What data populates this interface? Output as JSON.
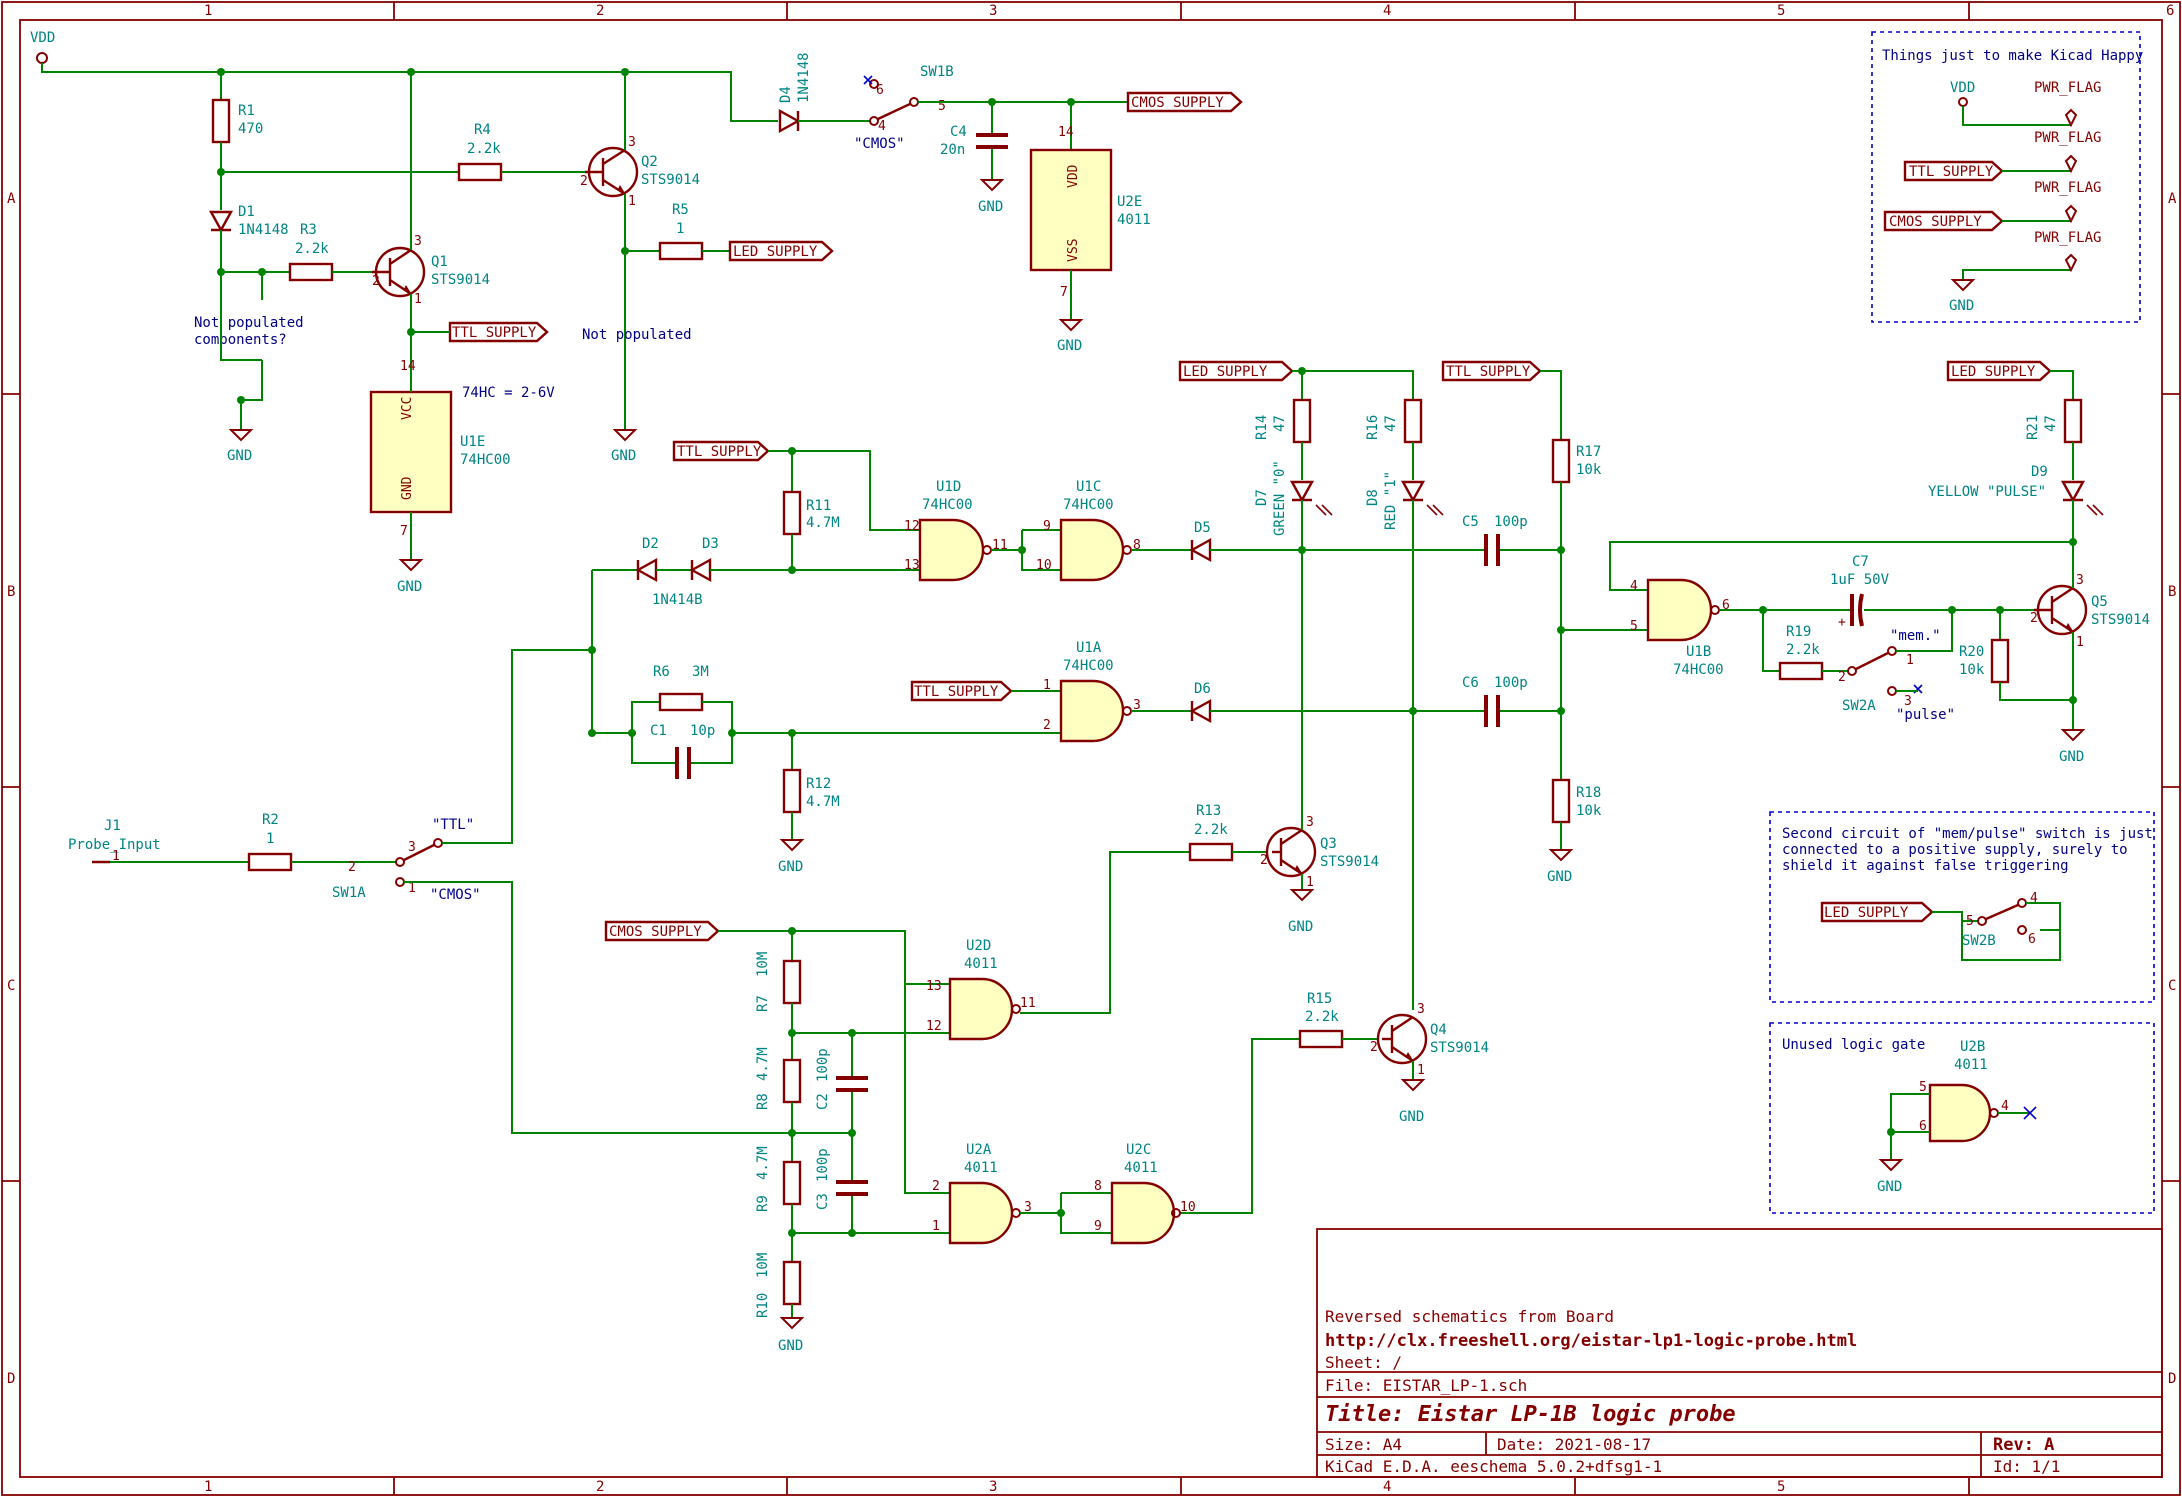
{
  "frame": {
    "columns": [
      "1",
      "2",
      "3",
      "4",
      "5",
      "6"
    ],
    "rows": [
      "A",
      "B",
      "C",
      "D"
    ]
  },
  "title_block": {
    "comment": "Reversed schematics from Board",
    "url": "http://clx.freeshell.org/eistar-lp1-logic-probe.html",
    "sheet": "Sheet: /",
    "file": "File: EISTAR_LP-1.sch",
    "title": "Title: Eistar LP-1B logic probe",
    "size": "Size: A4",
    "date": "Date: 2021-08-17",
    "rev": "Rev: A",
    "tool": "KiCad E.D.A.  eeschema 5.0.2+dfsg1-1",
    "id": "Id: 1/1"
  },
  "notes": {
    "kicad_happy": "Things just to make Kicad Happy",
    "second_circuit": [
      "Second circuit of \"mem/pulse\" switch is just",
      "connected to a positive supply, surely to",
      "shield it against false triggering"
    ],
    "unused_gate": "Unused logic gate",
    "not_populated_q": [
      "Not populated",
      "components?"
    ],
    "not_populated": "Not populated",
    "hc_range": "74HC = 2-6V"
  },
  "labels": {
    "vdd": "VDD",
    "gnd": "GND",
    "cmos_supply": "CMOS_SUPPLY",
    "ttl_supply": "TTL_SUPPLY",
    "led_supply": "LED_SUPPLY",
    "pwr_flag": "PWR_FLAG"
  },
  "components": {
    "R1": [
      "R1",
      "470"
    ],
    "R2": [
      "R2",
      "1"
    ],
    "R3": [
      "R3",
      "2.2k"
    ],
    "R4": [
      "R4",
      "2.2k"
    ],
    "R5": [
      "R5",
      "1"
    ],
    "R6": [
      "R6",
      "3M"
    ],
    "R7": [
      "R7",
      "10M"
    ],
    "R8": [
      "R8",
      "4.7M"
    ],
    "R9": [
      "R9",
      "4.7M"
    ],
    "R10": [
      "R10",
      "10M"
    ],
    "R11": [
      "R11",
      "4.7M"
    ],
    "R12": [
      "R12",
      "4.7M"
    ],
    "R13": [
      "R13",
      "2.2k"
    ],
    "R14": [
      "R14",
      "47"
    ],
    "R15": [
      "R15",
      "2.2k"
    ],
    "R16": [
      "R16",
      "47"
    ],
    "R17": [
      "R17",
      "10k"
    ],
    "R18": [
      "R18",
      "10k"
    ],
    "R19": [
      "R19",
      "2.2k"
    ],
    "R20": [
      "R20",
      "10k"
    ],
    "R21": [
      "R21",
      "47"
    ],
    "C1": [
      "C1",
      "10p"
    ],
    "C2": [
      "C2",
      "100p"
    ],
    "C3": [
      "C3",
      "100p"
    ],
    "C4": [
      "C4",
      "20n"
    ],
    "C5": [
      "C5",
      "100p"
    ],
    "C6": [
      "C6",
      "100p"
    ],
    "C7": [
      "C7",
      "1uF 50V"
    ],
    "D1": [
      "D1",
      "1N4148"
    ],
    "D2": [
      "D2",
      ""
    ],
    "D3": [
      "D3",
      ""
    ],
    "D23val": "1N414B",
    "D4": [
      "D4",
      "1N4148"
    ],
    "D5": [
      "D5",
      ""
    ],
    "D6": [
      "D6",
      ""
    ],
    "D7": [
      "D7",
      "GREEN \"0\""
    ],
    "D8": [
      "D8",
      "RED \"1\""
    ],
    "D9": [
      "D9",
      "YELLOW \"PULSE\""
    ],
    "Q1": [
      "Q1",
      "STS9014"
    ],
    "Q2": [
      "Q2",
      "STS9014"
    ],
    "Q3": [
      "Q3",
      "STS9014"
    ],
    "Q4": [
      "Q4",
      "STS9014"
    ],
    "Q5": [
      "Q5",
      "STS9014"
    ],
    "U1A": [
      "U1A",
      "74HC00"
    ],
    "U1B": [
      "U1B",
      "74HC00"
    ],
    "U1C": [
      "U1C",
      "74HC00"
    ],
    "U1D": [
      "U1D",
      "74HC00"
    ],
    "U1E": [
      "U1E",
      "74HC00"
    ],
    "U2A": [
      "U2A",
      "4011"
    ],
    "U2B": [
      "U2B",
      "4011"
    ],
    "U2C": [
      "U2C",
      "4011"
    ],
    "U2D": [
      "U2D",
      "4011"
    ],
    "U2E": [
      "U2E",
      "4011"
    ],
    "J1": [
      "J1",
      "Probe_Input"
    ],
    "SW1A": "SW1A",
    "SW1B": "SW1B",
    "SW2A": "SW2A",
    "SW2B": "SW2B"
  },
  "switch_labels": {
    "ttl": "\"TTL\"",
    "cmos": "\"CMOS\"",
    "mem": "\"mem.\"",
    "pulse": "\"pulse\""
  },
  "pin_names": {
    "vcc": "VCC",
    "gnd": "GND",
    "vdd": "VDD",
    "vss": "VSS"
  }
}
